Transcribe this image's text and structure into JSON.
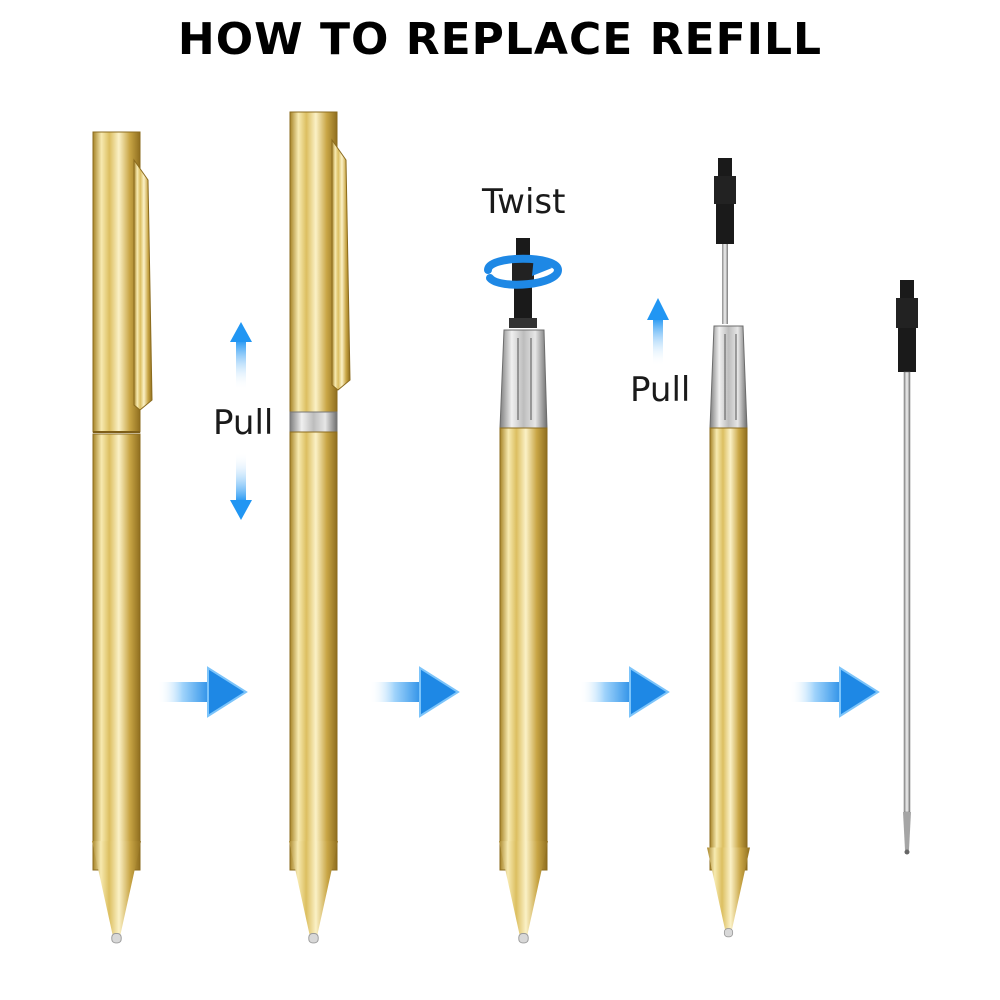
{
  "title": "HOW TO REPLACE REFILL",
  "labels": {
    "pull_1": "Pull",
    "twist": "Twist",
    "pull_2": "Pull"
  },
  "steps": [
    {
      "name": "closed-pen"
    },
    {
      "name": "pen-pulled-apart"
    },
    {
      "name": "twist-refill"
    },
    {
      "name": "pull-refill-out"
    },
    {
      "name": "new-refill"
    }
  ],
  "colors": {
    "gold_light": "#f6e7a8",
    "gold_mid": "#d9ba5a",
    "gold_dark": "#9c7a25",
    "silver_light": "#eeeeee",
    "silver_dark": "#8a8a8a",
    "arrow_blue": "#1e88e5",
    "arrow_light": "#9fd3fb",
    "refill_black": "#1a1a1a"
  },
  "icons": [
    "step-arrow-icon",
    "pull-arrow-icon",
    "twist-arrow-icon"
  ]
}
